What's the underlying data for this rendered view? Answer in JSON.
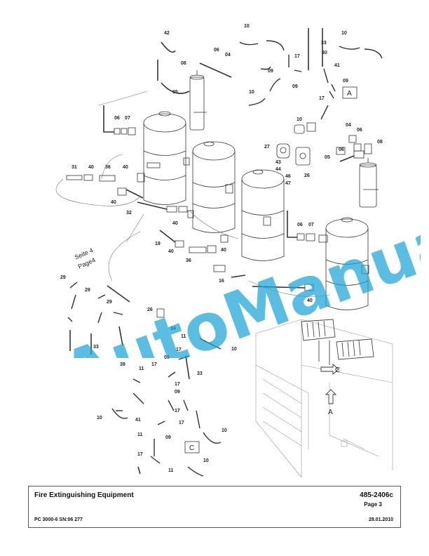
{
  "title_block": {
    "title": "Fire Extinguishing Equipment",
    "doc_code": "485-2406c",
    "page": "Page 3",
    "model": "PC 3000-6 SN:06 277",
    "date": "28.01.2010"
  },
  "watermark": {
    "text": "AutoManual"
  },
  "drawing": {
    "crossref_line1": "Seite 4",
    "crossref_line2": "Page4",
    "view_label_a": "A",
    "view_label_c": "C",
    "arrow_label_c": "C",
    "arrow_label_a": "A"
  },
  "callouts": {
    "c42": "42",
    "c06a": "06",
    "c06b": "06",
    "c04a": "04",
    "c05a": "05",
    "c06c": "06",
    "c07a": "07",
    "c10a": "10",
    "c33a": "33",
    "c10b": "10",
    "c17a": "17",
    "c30": "30",
    "c41a": "41",
    "c09a": "09",
    "c09b": "09",
    "c09c": "09",
    "c17b": "17",
    "c10c": "10",
    "c10d": "10",
    "c04b": "04",
    "c06d": "06",
    "c08": "08",
    "c06e": "06",
    "c05b": "05",
    "c27": "27",
    "c43": "43",
    "c44": "44",
    "c46": "46",
    "c47": "47",
    "c26a": "26",
    "c31": "31",
    "c40a": "40",
    "c36a": "36",
    "c40b": "40",
    "c40c": "40",
    "c32": "32",
    "c40d": "40",
    "c06f": "06",
    "c07b": "07",
    "c19": "19",
    "c40e": "40",
    "c40f": "40",
    "c36b": "36",
    "c16": "16",
    "c40g": "40",
    "c29a": "29",
    "c29b": "29",
    "c29c": "29",
    "c26b": "26",
    "c34": "34",
    "c33b": "33",
    "c39": "39",
    "c11a": "11",
    "c10e": "10",
    "c17c": "17",
    "c09d": "09",
    "c17d": "17",
    "c11b": "11",
    "c33c": "33",
    "c17e": "17",
    "c09e": "09",
    "c17f": "17",
    "c10f": "10",
    "c41b": "41",
    "c17g": "17",
    "c11c": "11",
    "c09f": "09",
    "c10g": "10",
    "c17h": "17",
    "c11d": "11",
    "c10h": "10"
  }
}
